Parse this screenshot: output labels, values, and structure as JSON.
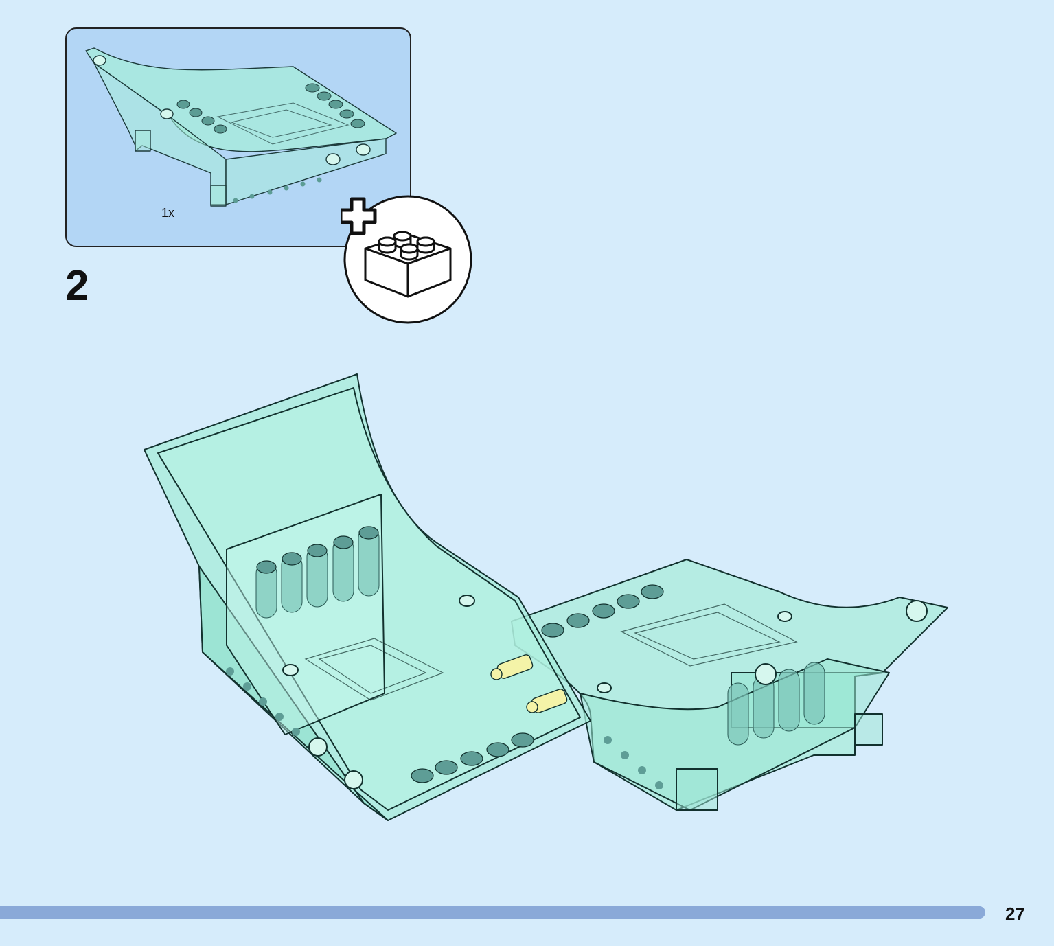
{
  "parts_callout": {
    "quantity_label": "1x",
    "part_color": "#a6ecd9"
  },
  "step": {
    "number": "2"
  },
  "add_badge": {
    "icon": "plus-brick-icon"
  },
  "colors": {
    "page_background": "#d6ecfb",
    "callout_background": "#b3d6f5",
    "transparent_part": "#9ff0da",
    "connector": "#f4f3a8",
    "progress_bar": "#8aa9d8"
  },
  "progress": {
    "fraction": 1.0
  },
  "footer": {
    "page_number": "27"
  }
}
